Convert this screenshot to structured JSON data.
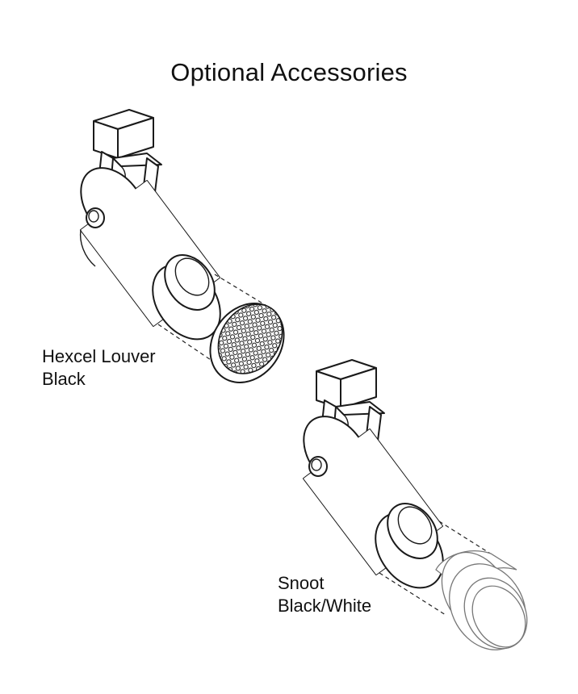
{
  "title": "Optional Accessories",
  "accessories": [
    {
      "line1": "Hexcel Louver",
      "line2": "Black"
    },
    {
      "line1": "Snoot",
      "line2": "Black/White"
    }
  ],
  "colors": {
    "ink": "#1a1a1a",
    "background": "#ffffff"
  }
}
